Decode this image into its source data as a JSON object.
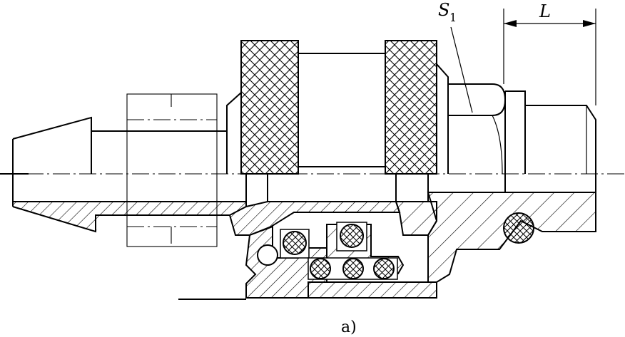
{
  "labels": {
    "s": "S",
    "s_sub": "1",
    "l": "L",
    "caption": "a)"
  },
  "colors": {
    "stroke": "#000000",
    "background": "#ffffff"
  }
}
